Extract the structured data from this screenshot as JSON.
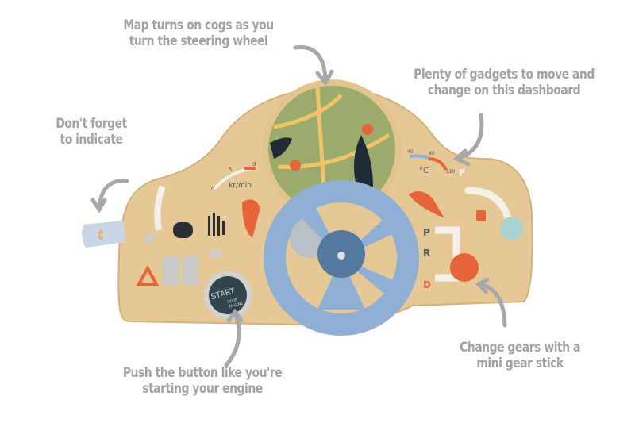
{
  "annotations": {
    "map": [
      "Map turns on cogs as you",
      "turn the steering wheel"
    ],
    "gadgets": [
      "Plenty of gadgets to move and",
      "change on this dashboard"
    ],
    "indicate": [
      "Don't forget",
      "to indicate"
    ],
    "gears": [
      "Change gears with a",
      "mini gear stick"
    ],
    "button": [
      "Push the button like you're",
      "starting your engine"
    ]
  },
  "dashboard": {
    "rpm_unit": "kr/min",
    "rpm_ticks": [
      "0",
      "5",
      "9"
    ],
    "temp_unit": "°C",
    "temp_ticks": [
      "40",
      "80",
      "120"
    ],
    "fuel_full": "F",
    "gears": [
      "P",
      "R",
      "D"
    ],
    "start_button": [
      "START",
      "STOP",
      "ENGINE"
    ]
  },
  "colors": {
    "wood": "#e6c896",
    "blue": "#8fb0d4",
    "orange": "#e5643a",
    "map_green": "#9bab6c",
    "text_gray": "#a2a2a2"
  }
}
